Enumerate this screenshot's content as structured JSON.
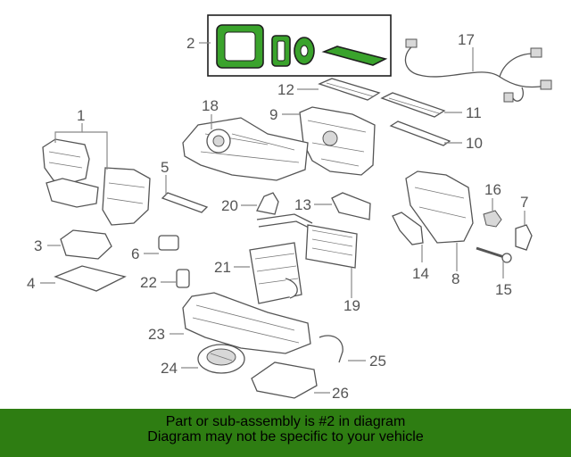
{
  "diagram": {
    "callouts": {
      "c1": "1",
      "c2": "2",
      "c3": "3",
      "c4": "4",
      "c5": "5",
      "c6": "6",
      "c7": "7",
      "c8": "8",
      "c9": "9",
      "c10": "10",
      "c11": "11",
      "c12": "12",
      "c13": "13",
      "c14": "14",
      "c15": "15",
      "c16": "16",
      "c17": "17",
      "c18": "18",
      "c19": "19",
      "c20": "20",
      "c21": "21",
      "c22": "22",
      "c23": "23",
      "c24": "24",
      "c25": "25",
      "c26": "26"
    },
    "highlighted_part": "2",
    "colors": {
      "highlight": "#3aa32c",
      "banner": "#2e7d12",
      "lines": "#888888"
    }
  },
  "banner": {
    "line1": "Part or sub-assembly is #2 in diagram",
    "line2": "Diagram may not be specific to your vehicle"
  }
}
